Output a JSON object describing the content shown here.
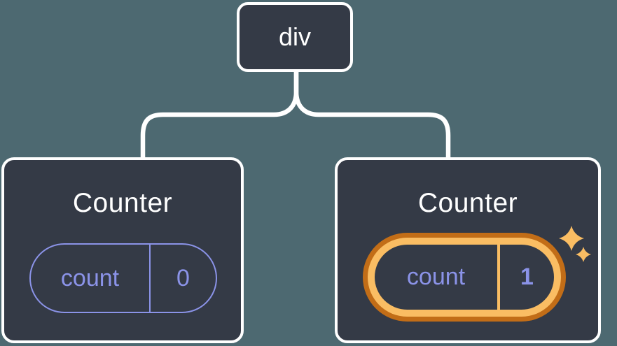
{
  "colors": {
    "background": "#4D6971",
    "node_fill": "#343A46",
    "node_border": "#FFFFFF",
    "connector": "#FFFFFF",
    "state_purple": "#8B93E8",
    "highlight_orange_light": "#FABD63",
    "highlight_orange_dark": "#C26D17",
    "text_white": "#FFFFFF"
  },
  "tree": {
    "root": {
      "label": "div"
    },
    "children": [
      {
        "title": "Counter",
        "highlighted": false,
        "state": {
          "key": "count",
          "value": "0"
        }
      },
      {
        "title": "Counter",
        "highlighted": true,
        "state": {
          "key": "count",
          "value": "1"
        }
      }
    ]
  },
  "icons": {
    "sparkle": "sparkle-icon (four-point star, ✦)"
  }
}
